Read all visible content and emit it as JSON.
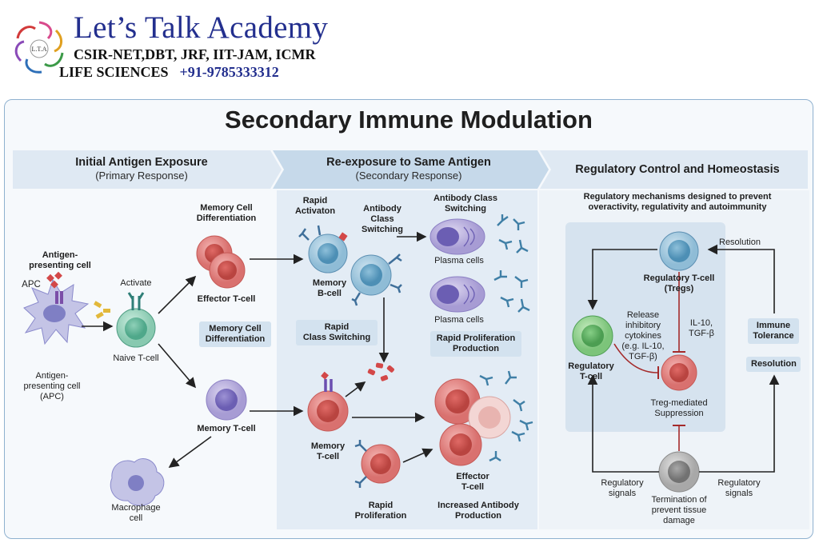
{
  "header": {
    "academy_name": "Let’s Talk Academy",
    "exams": "CSIR-NET,DBT, JRF, IIT-JAM, ICMR",
    "subject": "LIFE SCIENCES",
    "phone": "+91-9785333312",
    "logo_text": "L.T.A"
  },
  "diagram": {
    "title": "Secondary Immune Modulation",
    "sections": [
      {
        "title": "Initial Antigen Exposure",
        "subtitle": "(Primary Response)"
      },
      {
        "title": "Re-exposure to Same Antigen",
        "subtitle": "(Secondary Response)"
      },
      {
        "title": "Regulatory Control and Homeostasis",
        "subtitle": ""
      }
    ],
    "primary": {
      "apc_heading_1": "Antigen-",
      "apc_heading_2": "presenting cell",
      "apc_tag": "APC",
      "apc_label_1": "Antigen-",
      "apc_label_2": "presenting cell",
      "apc_label_3": "(APC)",
      "activate": "Activate",
      "naive": "Naive T-cell",
      "memory_diff_top_1": "Memory Cell",
      "memory_diff_top_2": "Differentiation",
      "effector": "Effector T-cell",
      "memory_diff_box_1": "Memory Cell",
      "memory_diff_box_2": "Differentiation",
      "memory_tcell": "Memory T-cell",
      "macrophage_1": "Macrophage",
      "macrophage_2": "cell"
    },
    "secondary": {
      "rapid_activation_1": "Rapid",
      "rapid_activation_2": "Activaton",
      "antibody_cs_1": "Antibody",
      "antibody_cs_2": "Class",
      "antibody_cs_3": "Switching",
      "memory_b_1": "Memory",
      "memory_b_2": "B-cell",
      "abcs_top_1": "Antibody Class",
      "abcs_top_2": "Switching",
      "plasma_1": "Plasma cells",
      "plasma_2": "Plasma cells",
      "rapid_cs_box_1": "Rapid",
      "rapid_cs_box_2": "Class Switching",
      "rapid_prolif_box_1": "Rapid Proliferation",
      "rapid_prolif_box_2": "Production",
      "memory_t_1": "Memory",
      "memory_t_2": "T-cell",
      "effector_1": "Effector",
      "effector_2": "T-cell",
      "rapid_prolif_1": "Rapid",
      "rapid_prolif_2": "Proliferation",
      "inc_ab_1": "Increased Antibody",
      "inc_ab_2": "Production"
    },
    "regulatory": {
      "mechanisms_1": "Regulatory mechanisms designed to prevent",
      "mechanisms_2": "overactivity, regulativity and autoimmunity",
      "resolution_top": "Resolution",
      "treg_1": "Regulatory T-cell",
      "treg_2": "(Tregs)",
      "release_1": "Release",
      "release_2": "inhibitory",
      "release_3": "cytokines",
      "release_4": "(e.g. IL-10,",
      "release_5": "TGF-β)",
      "il10_1": "IL-10,",
      "il10_2": "TGF-β",
      "reg_tcell_1": "Regulatory",
      "reg_tcell_2": "T-cell",
      "suppression_1": "Treg-mediated",
      "suppression_2": "Suppression",
      "immune_tol_1": "Immune",
      "immune_tol_2": "Tolerance",
      "resolution_box": "Resolution",
      "signals_left_1": "Regulatory",
      "signals_left_2": "signals",
      "signals_right_1": "Regulatory",
      "signals_right_2": "signals",
      "termination_1": "Termination of",
      "termination_2": "prevent tissue",
      "termination_3": "damage"
    }
  }
}
